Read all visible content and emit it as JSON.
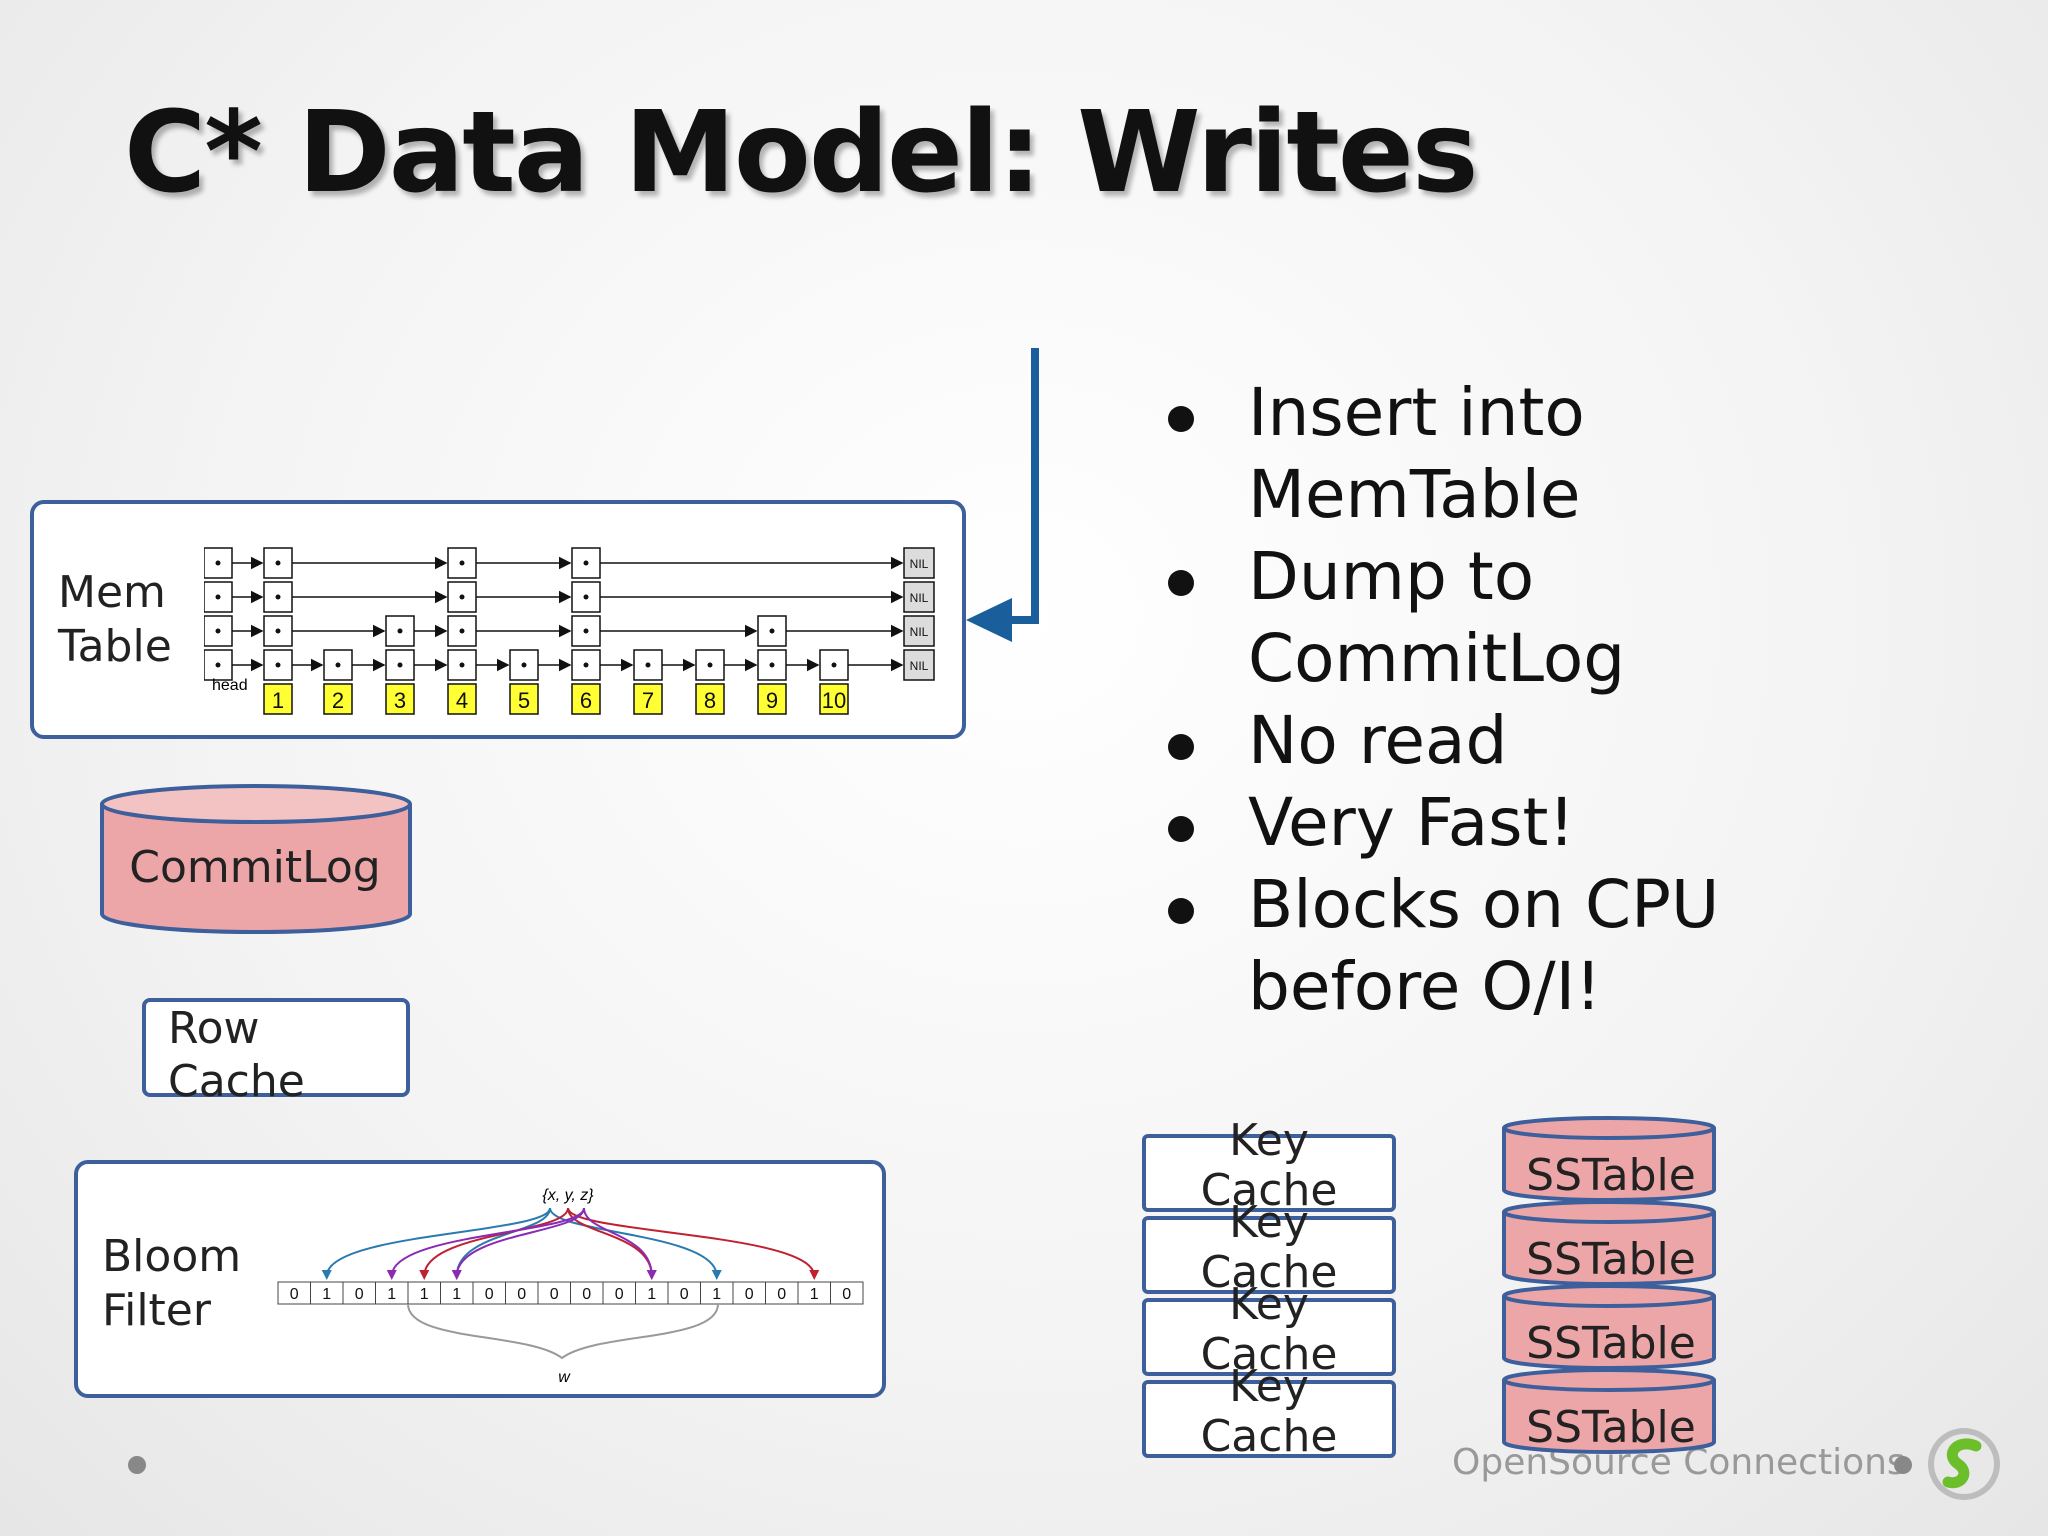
{
  "slide": {
    "title": "C* Data Model: Writes",
    "bullets": [
      "Insert into MemTable",
      "Dump to CommitLog",
      "No read",
      "Very Fast!",
      "Blocks on CPU before O/I!"
    ]
  },
  "memtable": {
    "label_line1": "Mem",
    "label_line2": "Table",
    "skiplist": {
      "head_label": "head",
      "nil_label": "NIL",
      "nodes": [
        "1",
        "2",
        "3",
        "4",
        "5",
        "6",
        "7",
        "8",
        "9",
        "10"
      ]
    }
  },
  "commitlog": {
    "label": "CommitLog"
  },
  "row_cache": {
    "label_line1": "Row",
    "label_line2": "Cache"
  },
  "bloom_filter": {
    "label_line1": "Bloom",
    "label_line2": "Filter",
    "set_label": "{x, y, z}",
    "width_label": "w",
    "bits": [
      "0",
      "1",
      "0",
      "1",
      "1",
      "1",
      "0",
      "0",
      "0",
      "0",
      "0",
      "1",
      "0",
      "1",
      "0",
      "0",
      "1",
      "0"
    ]
  },
  "key_caches": [
    {
      "line1": "Key",
      "line2": "Cache"
    },
    {
      "line1": "Key",
      "line2": "Cache"
    },
    {
      "line1": "Key",
      "line2": "Cache"
    },
    {
      "line1": "Key",
      "line2": "Cache"
    }
  ],
  "sstables": [
    "SSTable",
    "SSTable",
    "SSTable",
    "SSTable"
  ],
  "footer": {
    "text": "OpenSource Connections"
  },
  "colors": {
    "box_border": "#3d5f9b",
    "arrow": "#1a5f9c",
    "commitlog_fill": "#eda6a8",
    "node_yellow": "#ffff33"
  }
}
